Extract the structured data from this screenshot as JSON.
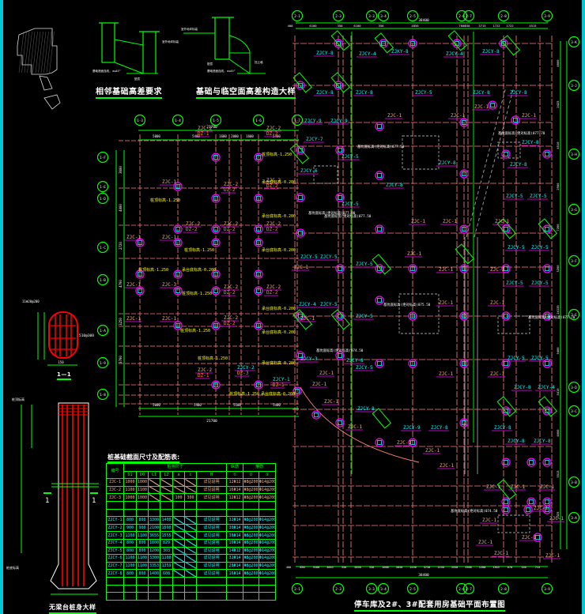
{
  "drawing": {
    "title_main_plan": "停车库及2#、3#配套用房基础平面布置图",
    "title_detail_1": "相邻基础高差要求",
    "title_detail_2": "基础与临空面高差构造大样",
    "title_pile_detail": "无梁台桩身大样",
    "section_label": "1—1",
    "section_callout": "1",
    "dimension_bh": "150",
    "note_bar": "510@300",
    "table_title": "桩基础截面尺寸及配筋表:"
  },
  "colors": {
    "background": "#000000",
    "axis_grid": "#00ff00",
    "grid_lines": "#ff8080",
    "pile_circle": "#ff00ff",
    "label_cyan": "#00ffff",
    "label_orange": "#f4b183",
    "label_yellow": "#ffff00",
    "label_white": "#ffffff",
    "rebar_red": "#ff0000",
    "dashed_gray": "#a0a0a0"
  },
  "left_plan": {
    "axes_top": [
      "1-3",
      "1-4",
      "1-5",
      "1-6",
      "1-7"
    ],
    "dim_total": "21700",
    "dims_top": [
      "5000",
      "5400",
      "1600",
      "2000",
      "1600",
      "5400"
    ],
    "axes_left": [
      "1-F",
      "1-E",
      "1-D",
      "1-C",
      "1-B",
      "1-A",
      "1-9",
      "1-8"
    ],
    "dims_left": [
      "3600",
      "4000",
      "2720",
      "4700",
      "3250",
      "3700"
    ],
    "dim_bottom_total": "21700",
    "dims_bottom": [
      "5000",
      "5400",
      "5100",
      "5400"
    ],
    "pile_labels": [
      "ZJC-1",
      "ZJC-2",
      "ZJC-3",
      "ZJCY-1",
      "ZJCY-2"
    ],
    "column_labels": [
      "DZ-1",
      "DZ-2",
      "DZ-3"
    ],
    "elev_notes": [
      "桩顶标高-1.250",
      "承台底标高-0.200",
      "桩顶标高-1.550",
      "桩顶标高-1.350"
    ]
  },
  "main_plan": {
    "axes_top": [
      "2-1",
      "2-3",
      "3-3",
      "3-4",
      "2-5",
      "2-6",
      "2-7",
      "2-8",
      "3-9"
    ],
    "dim_total_top": "38400",
    "dims_top": [
      "400",
      "6100",
      "350",
      "6100",
      "350",
      "4850",
      "7600",
      "150",
      "3715",
      "1722",
      "1722",
      "4515"
    ],
    "axes_bottom": [
      "2-1",
      "2-3",
      "3-3",
      "3-4",
      "2-5",
      "2-6",
      "2-7",
      "2-8",
      "3-9"
    ],
    "dim_total_bottom": "38400",
    "dims_bottom": [
      "400",
      "850",
      "3100",
      "3045",
      "350",
      "5050",
      "350",
      "1600",
      "3050",
      "1450",
      "4750",
      "1250",
      "3330",
      "3300",
      "1200",
      "1365",
      "670",
      "150",
      "714"
    ],
    "axes_right": [
      "3-K",
      "3-J",
      "3-H",
      "3-G",
      "3-F",
      "3-E",
      "3-D",
      "3-C",
      "3-B",
      "3-A"
    ],
    "dims_right": [
      "4600",
      "2425",
      "4510",
      "2900",
      "7200",
      "3200",
      "24135",
      "3400",
      "3410",
      "4000",
      "3513",
      "1325"
    ],
    "pile_labels": [
      "ZJC-1",
      "ZJCY-1",
      "ZJCY-3",
      "ZJCY-4",
      "ZJCY-5",
      "ZJCY-6",
      "ZJCY-7",
      "ZJCY-8",
      "ZJCY-9"
    ],
    "elev_notes": [
      "楼梯基坑",
      "基坑底标高(绝对标高)077.50",
      "基坑底标高(绝对标高)077.90",
      "基坑底标高(绝对标高)075.50",
      "基坑底标高(绝对标高)077.70",
      "基坑底标高(绝对标高)076.50",
      "基坑底标高(绝对标高)074.50",
      "基坑底标高(绝对标高)077.50"
    ]
  },
  "pile_table": {
    "group_header_size": "桩身尺寸",
    "group_header_long": "纵筋",
    "group_header_stirrup": "箍筋",
    "columns": [
      "编号",
      "D1",
      "D0",
      "L1",
      "L2",
      "a",
      "c",
      "H",
      "①",
      "②",
      "③"
    ],
    "rows": [
      {
        "id": "ZJC-1",
        "D1": "1000",
        "D0": "1000",
        "L1": "",
        "L2": "",
        "a": "",
        "c": "",
        "H": "详见说明",
        "r1": "12Φ12",
        "r2": "Φ8@200",
        "r3": "Φ14@2000",
        "style": "orange"
      },
      {
        "id": "ZJC-2",
        "D1": "1100",
        "D0": "1100",
        "L1": "",
        "L2": "",
        "a": "",
        "c": "",
        "H": "详见说明",
        "r1": "16Φ14",
        "r2": "Φ8@200",
        "r3": "Φ14@2000",
        "style": "orange"
      },
      {
        "id": "ZJC-3",
        "D1": "1000",
        "D0": "1000",
        "L1": "",
        "L2": "",
        "a": "100",
        "c": "300",
        "H": "详见说明",
        "r1": "12Φ12",
        "r2": "Φ8@200",
        "r3": "Φ14@2000",
        "style": "orange"
      },
      {
        "id": "",
        "D1": "",
        "D0": "",
        "L1": "",
        "L2": "",
        "a": "",
        "c": "",
        "H": "",
        "r1": "",
        "r2": "",
        "r3": "",
        "style": "empty"
      },
      {
        "id": "",
        "D1": "",
        "D0": "",
        "L1": "",
        "L2": "",
        "a": "",
        "c": "",
        "H": "",
        "r1": "",
        "r2": "",
        "r3": "",
        "style": "empty"
      },
      {
        "id": "ZJCY-1",
        "D1": "800",
        "D0": "800",
        "L1": "3300",
        "L2": "1400",
        "a": "",
        "c": "",
        "H": "详见说明",
        "r1": "32Φ14",
        "r2": "Φ8@200",
        "r3": "Φ14@2000",
        "style": "cyan"
      },
      {
        "id": "ZJCY-2",
        "D1": "900",
        "D0": "900",
        "L1": "2100",
        "L2": "1500",
        "a": "",
        "c": "",
        "H": "详见说明",
        "r1": "30Φ14",
        "r2": "Φ8@200",
        "r3": "Φ14@2000",
        "style": "cyan"
      },
      {
        "id": "ZJCY-3",
        "D1": "1100",
        "D0": "1100",
        "L1": "3655",
        "L2": "1555",
        "a": "",
        "c": "",
        "H": "详见说明",
        "r1": "38Φ14",
        "r2": "Φ8@200",
        "r3": "Φ14@2000",
        "style": "cyan"
      },
      {
        "id": "ZJCY-4",
        "D1": "800",
        "D0": "800",
        "L1": "1800",
        "L2": "829",
        "a": "",
        "c": "",
        "H": "详见说明",
        "r1": "16Φ14",
        "r2": "Φ8@200",
        "r3": "Φ14@2000",
        "style": "cyan"
      },
      {
        "id": "ZJCY-5",
        "D1": "800",
        "D0": "800",
        "L1": "1200",
        "L2": "303",
        "a": "",
        "c": "",
        "H": "详见说明",
        "r1": "14Φ12",
        "r2": "Φ8@200",
        "r3": "Φ14@2000",
        "style": "cyan"
      },
      {
        "id": "ZJCY-6",
        "D1": "1100",
        "D0": "1100",
        "L1": "3300",
        "L2": "1100",
        "a": "",
        "c": "",
        "H": "详见说明",
        "r1": "32Φ14",
        "r2": "Φ8@200",
        "r3": "Φ14@2000",
        "style": "cyan"
      },
      {
        "id": "ZJCY-7",
        "D1": "1100",
        "D0": "1100",
        "L1": "3353",
        "L2": "1359",
        "a": "",
        "c": "",
        "H": "详见说明",
        "r1": "28Φ14",
        "r2": "Φ8@200",
        "r3": "Φ14@2000",
        "style": "cyan"
      },
      {
        "id": "ZJCY-8",
        "D1": "800",
        "D0": "800",
        "L1": "1400",
        "L2": "608",
        "a": "",
        "c": "",
        "H": "详见说明",
        "r1": "16Φ14",
        "r2": "Φ8@200",
        "r3": "Φ14@2000",
        "style": "cyan"
      },
      {
        "id": "",
        "D1": "",
        "D0": "",
        "L1": "",
        "L2": "",
        "a": "",
        "c": "",
        "H": "",
        "r1": "",
        "r2": "",
        "r3": "",
        "style": "empty"
      },
      {
        "id": "",
        "D1": "",
        "D0": "",
        "L1": "",
        "L2": "",
        "a": "",
        "c": "",
        "H": "",
        "r1": "",
        "r2": "",
        "r3": "",
        "style": "empty"
      },
      {
        "id": "",
        "D1": "",
        "D0": "",
        "L1": "",
        "L2": "",
        "a": "",
        "c": "",
        "H": "",
        "r1": "",
        "r2": "",
        "r3": "",
        "style": "empty"
      }
    ]
  },
  "detail_notes": {
    "slope_note": "基础底面连线, α≤45°",
    "cushion": "垫层",
    "ground": "室外地坪标高",
    "retaining": "挡土墙",
    "pile_top": "桩顶标高",
    "pile_bottom": "桩底标高",
    "rebar_note": "11Φ20@200"
  }
}
